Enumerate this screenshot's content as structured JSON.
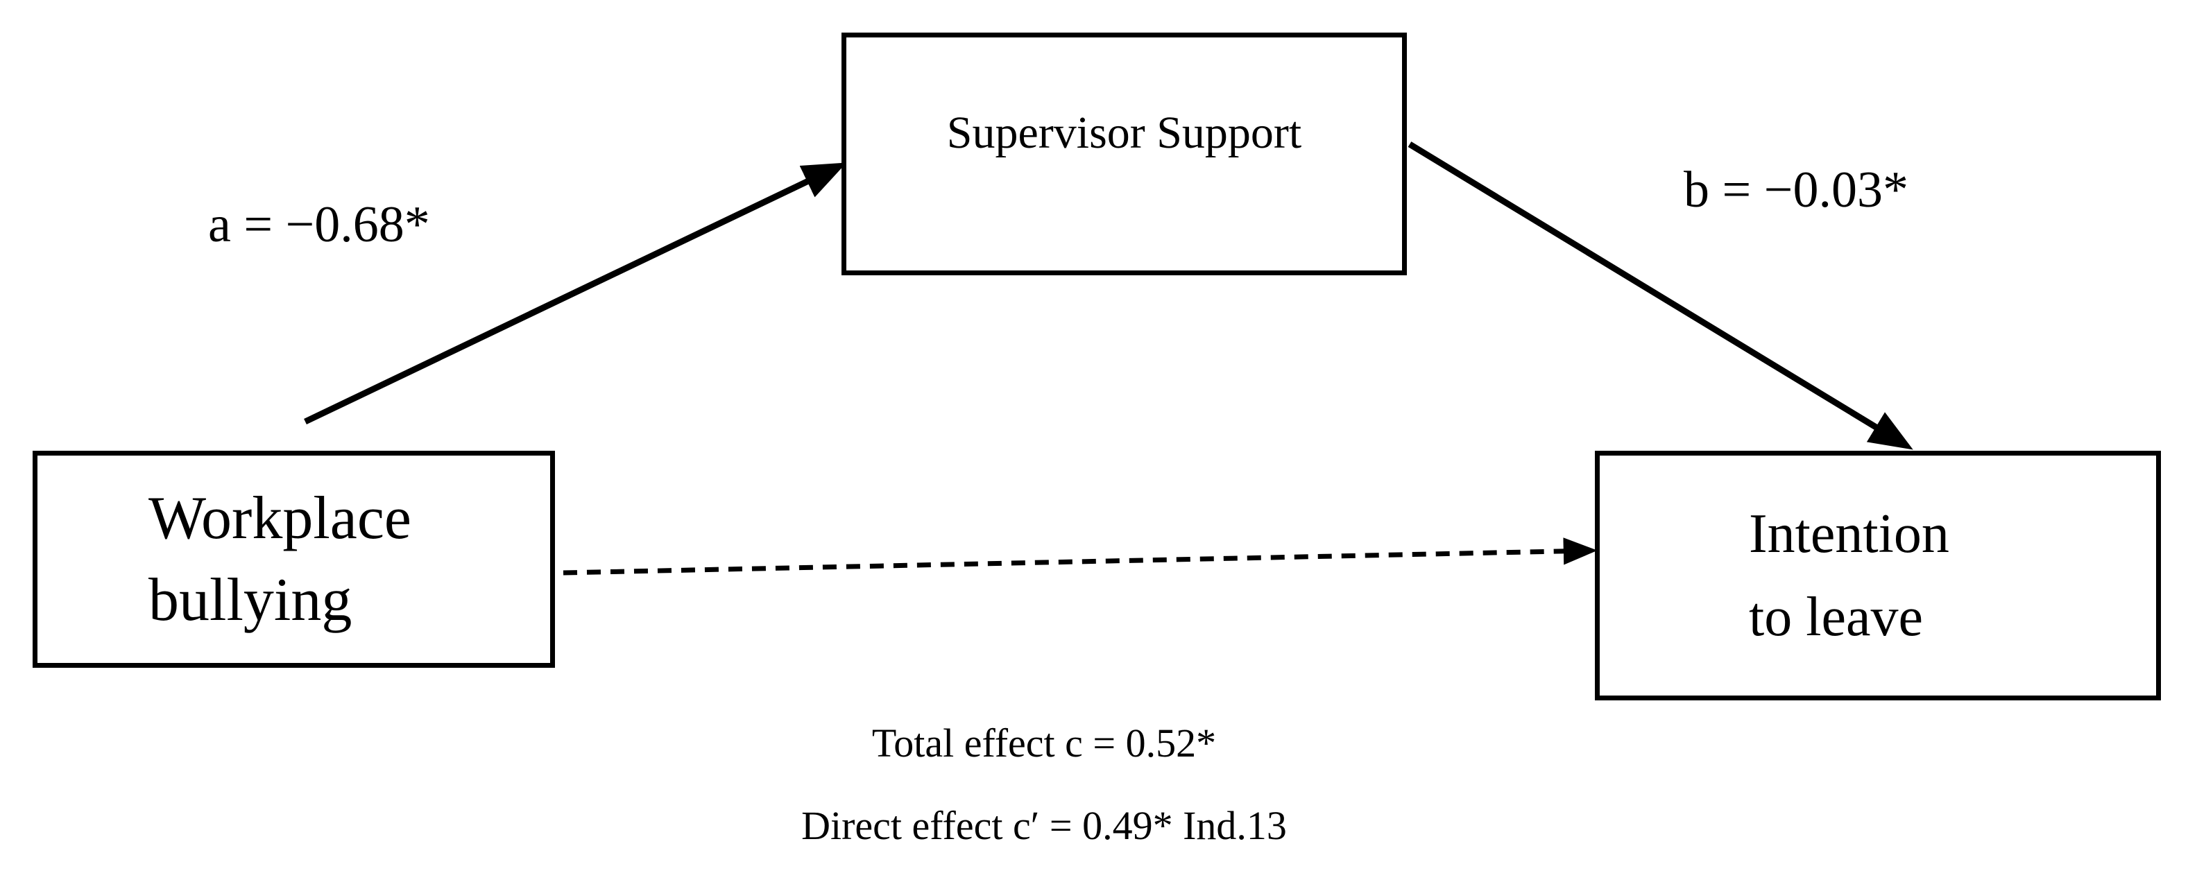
{
  "colors": {
    "background": "#ffffff",
    "line": "#000000",
    "text": "#000000",
    "box_border": "#000000",
    "box_fill": "#ffffff"
  },
  "nodes": {
    "mediator": {
      "label": "Supervisor Support"
    },
    "independent": {
      "lines": [
        "Workplace",
        "bullying"
      ]
    },
    "dependent": {
      "lines": [
        "Intention",
        "to leave"
      ]
    }
  },
  "paths": {
    "a": {
      "label": "a = −0.68*",
      "style": "solid-arrow"
    },
    "b": {
      "label": "b = −0.03*",
      "style": "solid-arrow"
    },
    "c_direct_arrow": {
      "style": "dashed-arrow"
    }
  },
  "effects": {
    "total": "Total effect c = 0.52*",
    "direct": "Direct effect c′ = 0.49* Ind.13"
  }
}
